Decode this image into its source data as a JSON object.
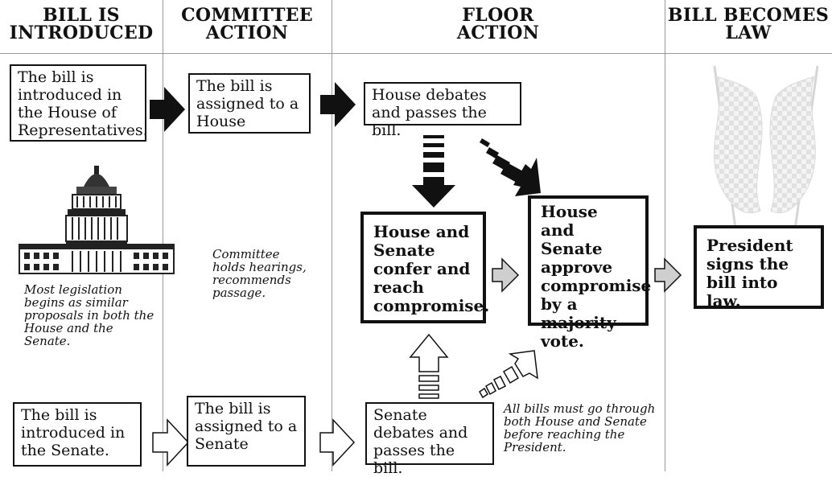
{
  "columns": [
    {
      "line1": "BILL IS",
      "line2": "INTRODUCED"
    },
    {
      "line1": "COMMITTEE",
      "line2": "ACTION"
    },
    {
      "line1": "FLOOR",
      "line2": "ACTION"
    },
    {
      "line1": "BILL BECOMES",
      "line2": "LAW"
    }
  ],
  "boxes": {
    "house_intro": "The bill is introduced in the House of Representatives.",
    "house_assigned": "The bill is assigned to a House",
    "house_debates": "House debates and passes the bill.",
    "confer": "House and Senate confer and reach compromise.",
    "approve": "House and Senate approve compromise by a majority vote.",
    "president": "President signs the bill into law.",
    "senate_intro": "The bill is introduced in the Senate.",
    "senate_assigned": "The bill is assigned to a Senate",
    "senate_debates": "Senate debates and passes the bill."
  },
  "notes": {
    "legislation": "Most legislation begins as similar proposals in both the House and the Senate.",
    "committee": "Committee holds hearings, recommends passage.",
    "all_bills": "All bills must go through both House and Senate before reaching the President."
  },
  "icons": {
    "capitol": "capitol-building-icon",
    "flags": "crossed-flags-icon"
  }
}
